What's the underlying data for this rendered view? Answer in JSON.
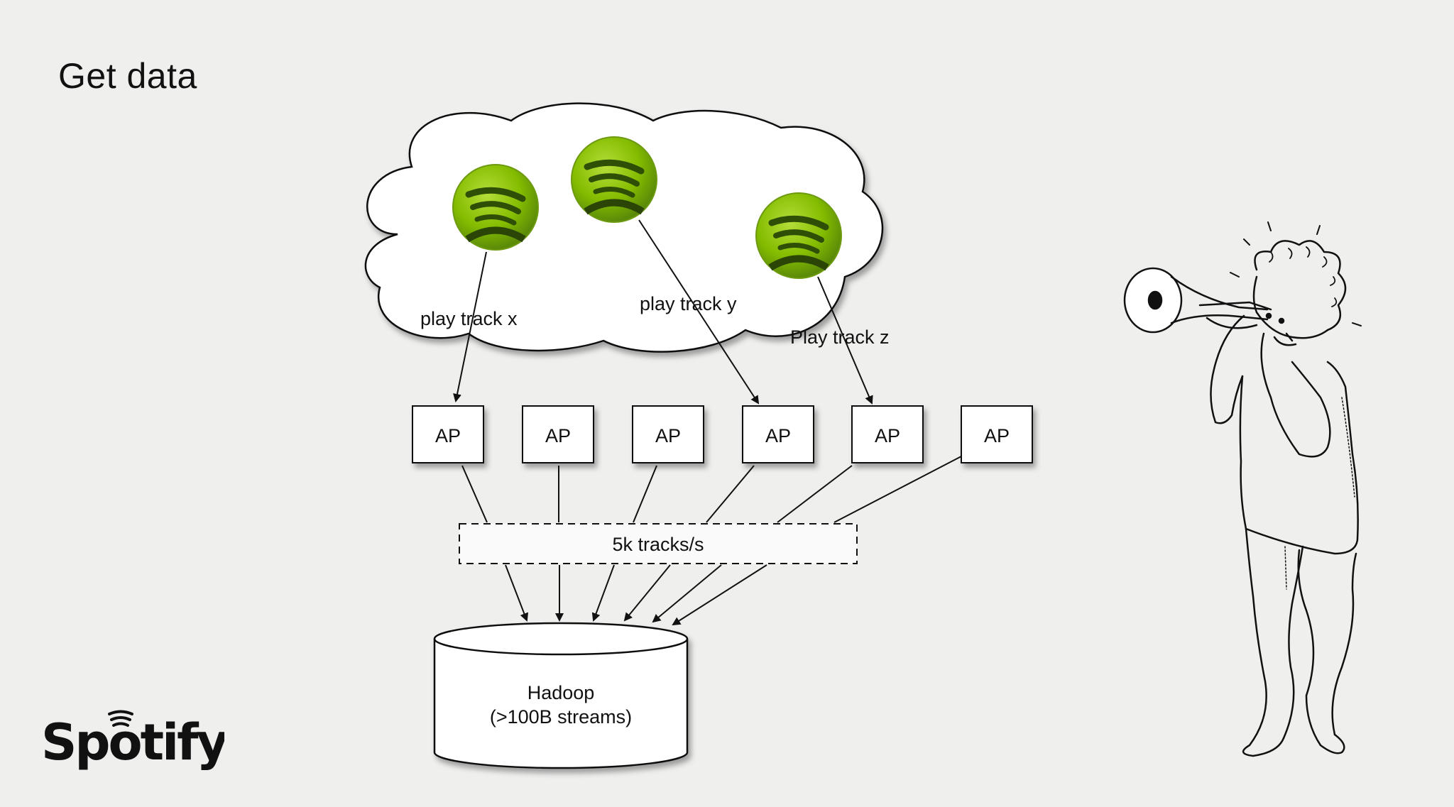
{
  "slide": {
    "title": "Get data",
    "brand": "Spotify"
  },
  "diagram": {
    "clients": [
      {
        "icon": "spotify-logo-icon",
        "label": "play track x"
      },
      {
        "icon": "spotify-logo-icon",
        "label": "play track y"
      },
      {
        "icon": "spotify-logo-icon",
        "label": "Play track z"
      }
    ],
    "access_points": [
      "AP",
      "AP",
      "AP",
      "AP",
      "AP",
      "AP"
    ],
    "throughput_label": "5k tracks/s",
    "storage": {
      "name": "Hadoop",
      "detail": "(>100B streams)"
    }
  },
  "colors": {
    "spotify_green": "#84bd00",
    "spotify_green_dark": "#3a5f0b",
    "background": "#efefee",
    "ink": "#111111"
  }
}
